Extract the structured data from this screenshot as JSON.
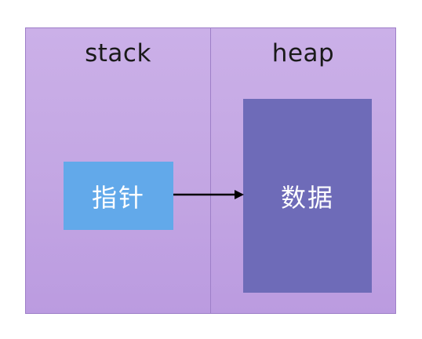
{
  "diagram": {
    "stack_panel": {
      "title": "stack",
      "pointer_box": {
        "label": "指针"
      }
    },
    "heap_panel": {
      "title": "heap",
      "data_box": {
        "label": "数据"
      }
    },
    "arrow": {
      "from": "指针",
      "to": "数据"
    },
    "colors": {
      "panel_fill": "#c3a6e3",
      "panel_border": "#9e7fc8",
      "pointer_box": "#62a9ea",
      "data_box": "#6e6bb8",
      "box_text": "#ffffff",
      "title_text": "#1a1a1a",
      "arrow": "#000000"
    }
  }
}
